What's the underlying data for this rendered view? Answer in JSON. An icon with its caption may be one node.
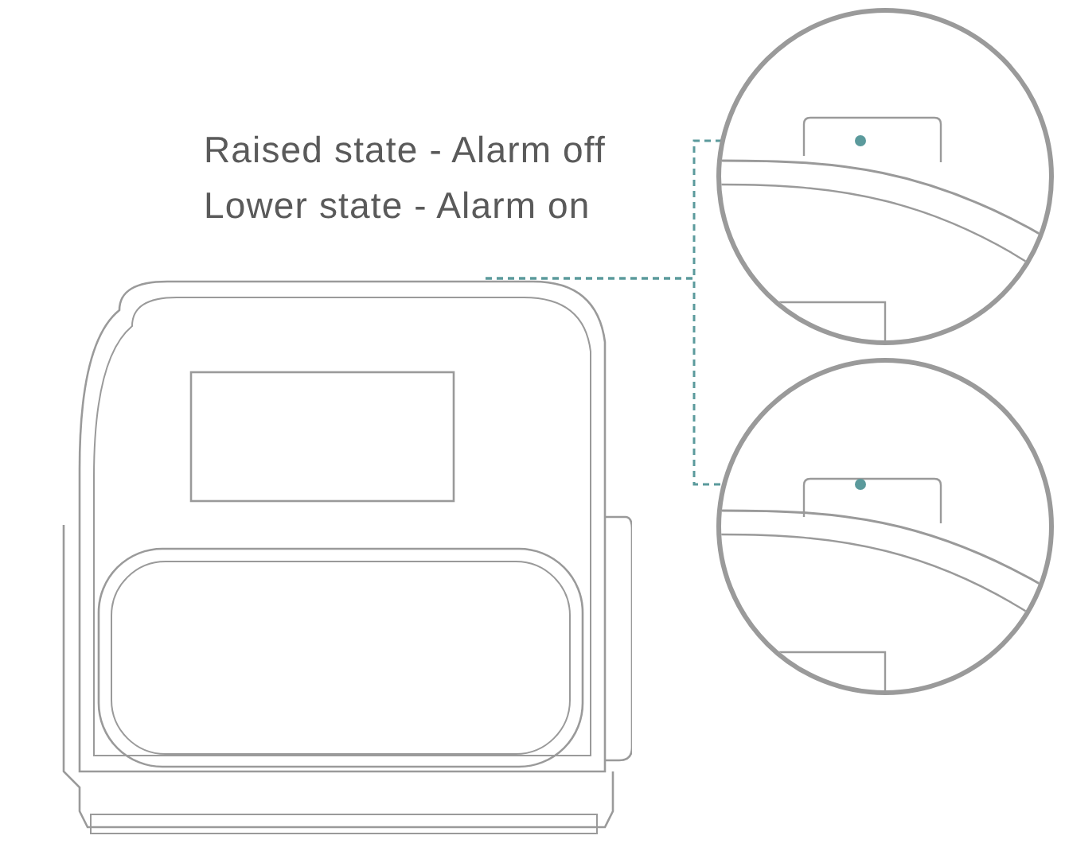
{
  "diagram": {
    "nodes": [
      {
        "text": [],
        "shape": "picture"
      },
      {
        "text": [],
        "shape": "picture"
      },
      {
        "text": [],
        "shape": "picture"
      },
      {
        "text": [],
        "shape": "circle",
        "in": 1
      },
      {
        "text": [],
        "shape": "circle",
        "in": 2
      }
    ],
    "edges": [
      {
        "from": 0,
        "to": 3,
        "arrow": "none",
        "style": "dashed",
        "color": "#5b9a9c"
      },
      {
        "from": 0,
        "to": 4,
        "arrow": "none",
        "style": "dashed",
        "color": "#5b9a9c"
      }
    ],
    "labels": [
      "Raised state - Alarm off",
      "Lower state - Alarm on"
    ]
  }
}
